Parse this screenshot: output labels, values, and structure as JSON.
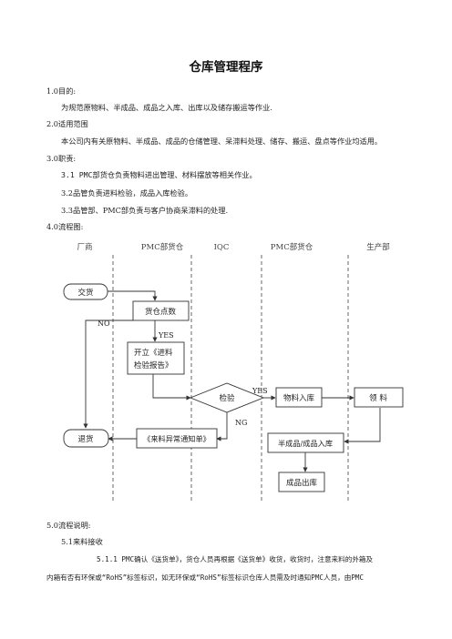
{
  "document": {
    "title": "仓库管理程序",
    "sections": [
      {
        "id": "s1",
        "text": "1.0目的:"
      },
      {
        "id": "s1b",
        "text": "为规范原物料、半成品、成品之入库、出库以及储存搬运等作业."
      },
      {
        "id": "s2",
        "text": "2.0适用范围"
      },
      {
        "id": "s2b",
        "text": "本公司内有关原物料、半成品、成品的仓储管理、呆滞料处理、储存、搬运、盘点等作业均适用。"
      },
      {
        "id": "s3",
        "text": "3.0职责:"
      },
      {
        "id": "s31",
        "text": "3.1 PMC部货仓负责物料进出管理、材料摆放等相关作业。"
      },
      {
        "id": "s32",
        "text": "3.2品管负责进料检验，成品入库检验。"
      },
      {
        "id": "s33",
        "text": "3.3品管部、PMC部负责与客户协商呆滞料的处理."
      },
      {
        "id": "s4",
        "text": "4.0流程图:"
      },
      {
        "id": "s5",
        "text": "5.0流程说明:"
      },
      {
        "id": "s51",
        "text": "5.1来料接收"
      },
      {
        "id": "s511",
        "text": "5.1.1 PMC确认《送货单》，货仓人员再根据《送货单》收货，收货时，注意来料的外箱及"
      },
      {
        "id": "s511b",
        "text": "内箱有否有环保或“RoHS”标签标识，如无环保或“RoHS”标签标识仓库人员需及时通知PMC人员，由PMC"
      }
    ]
  },
  "flowchart": {
    "lanes": [
      "厂商",
      "PMC部货仓",
      "IQC",
      "PMC部货仓",
      "生产部"
    ],
    "nodes": {
      "delivery": "交货",
      "count": "货仓点数",
      "report": "开立《进料检验报告》",
      "inspect": "检验",
      "store": "物料入库",
      "pick": "领 料",
      "abnormal": "《来料异常通知单》",
      "return": "退货",
      "semi": "半成品/成品入库",
      "out": "成品出库"
    },
    "labels": {
      "no": "NO",
      "yes_count": "YES",
      "yes_inspect": "YES",
      "ng": "NG"
    },
    "colors": {
      "line": "#333333",
      "lane": "#444444"
    }
  }
}
